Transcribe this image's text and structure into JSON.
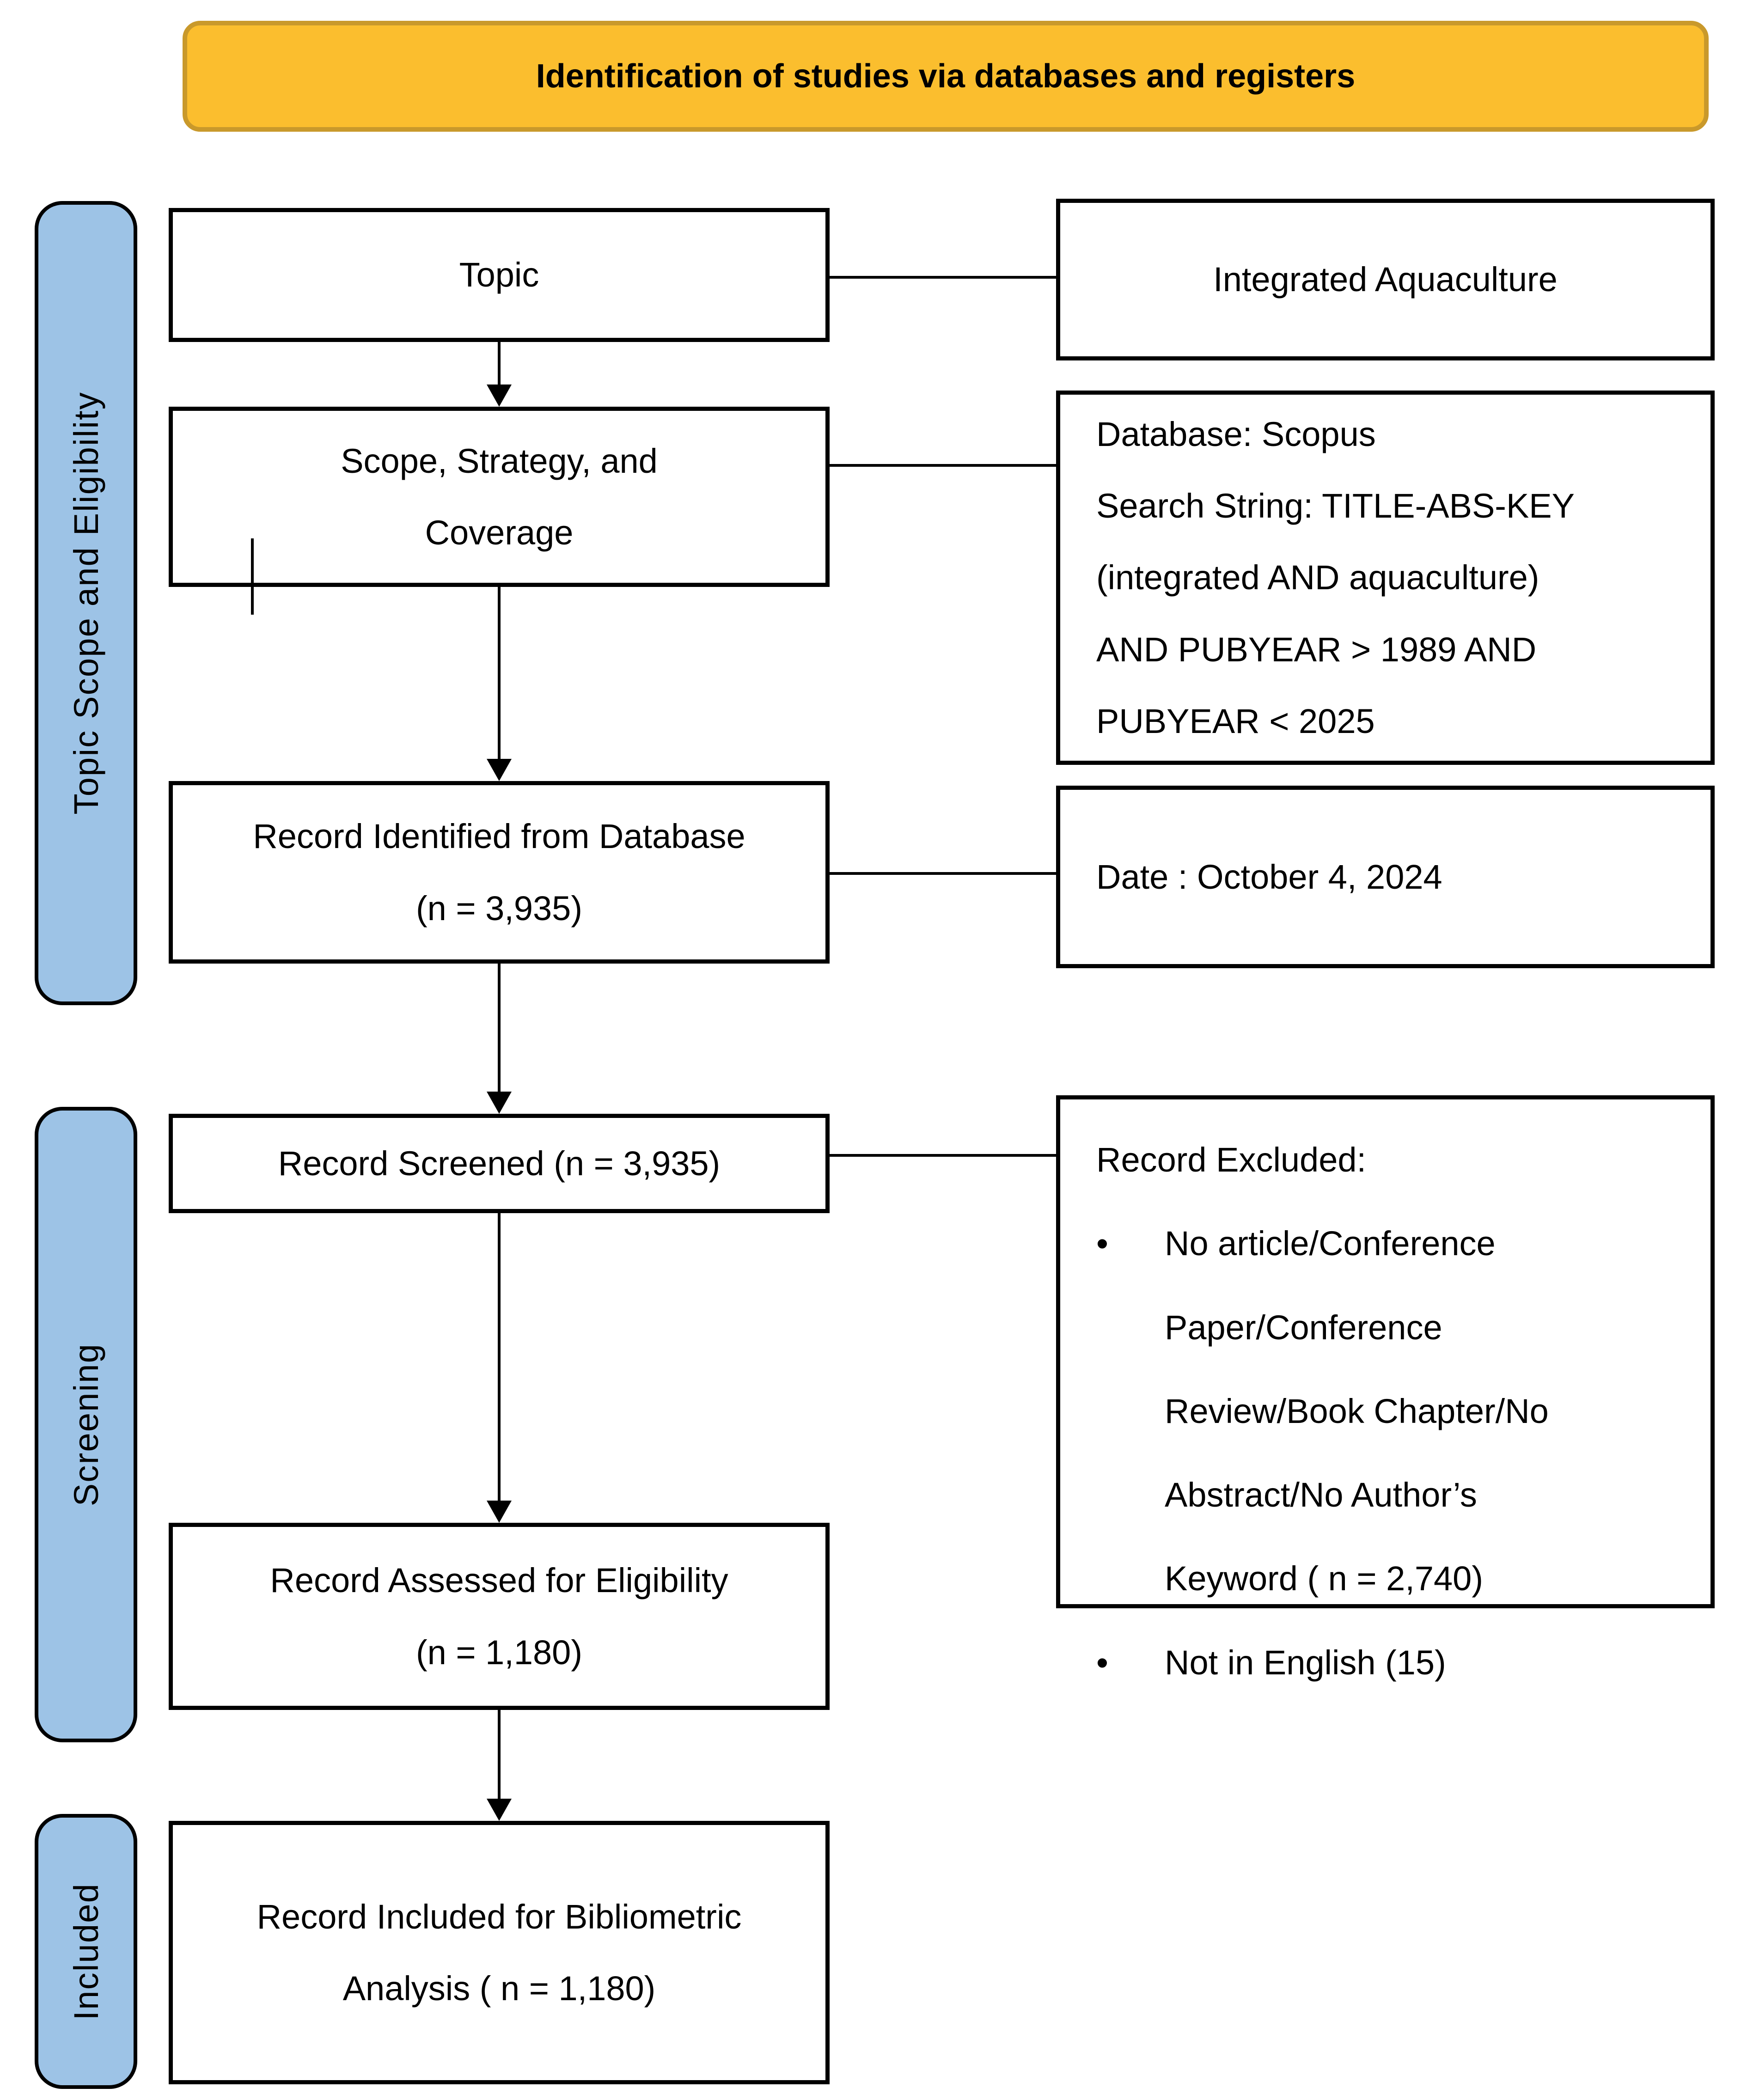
{
  "header": {
    "title": "Identification of studies via databases and registers"
  },
  "stage_labels": [
    {
      "id": "topic-scope-eligibility",
      "label": "Topic Scope and Eligibility"
    },
    {
      "id": "screening",
      "label": "Screening"
    },
    {
      "id": "included",
      "label": "Included"
    }
  ],
  "flow_boxes": [
    {
      "id": "topic",
      "lines": [
        "Topic"
      ]
    },
    {
      "id": "scope-strategy-coverage",
      "lines": [
        "Scope, Strategy, and",
        "Coverage"
      ]
    },
    {
      "id": "record-identified",
      "lines": [
        "Record Identified from Database",
        "(n = 3,935)"
      ]
    },
    {
      "id": "record-screened",
      "lines": [
        "Record Screened (n = 3,935)"
      ]
    },
    {
      "id": "record-assessed",
      "lines": [
        "Record Assessed for Eligibility",
        "(n = 1,180)"
      ]
    },
    {
      "id": "record-included",
      "lines": [
        "Record Included for Bibliometric",
        "Analysis ( n = 1,180)"
      ]
    }
  ],
  "annotation_boxes": [
    {
      "id": "topic-detail",
      "lines": [
        "Integrated Aquaculture"
      ]
    },
    {
      "id": "search-detail",
      "lines": [
        "Database: Scopus",
        "Search String: TITLE-ABS-KEY",
        "(integrated AND aquaculture)",
        "AND PUBYEAR > 1989 AND",
        "PUBYEAR < 2025"
      ]
    },
    {
      "id": "date-detail",
      "lines": [
        "Date : October 4, 2024"
      ]
    },
    {
      "id": "excluded-detail",
      "title": "Record Excluded:",
      "bullet_char": "•",
      "bullets": [
        "No article/Conference Paper/Conference Review/Book Chapter/No Abstract/No Author’s Keyword ( n = 2,740)",
        "Not in English (15)"
      ]
    }
  ],
  "colors": {
    "header_fill": "#FBBE2E",
    "header_border": "#C9992B",
    "stage_fill": "#9DC3E6",
    "box_fill": "#FFFFFF",
    "stroke": "#000000"
  }
}
